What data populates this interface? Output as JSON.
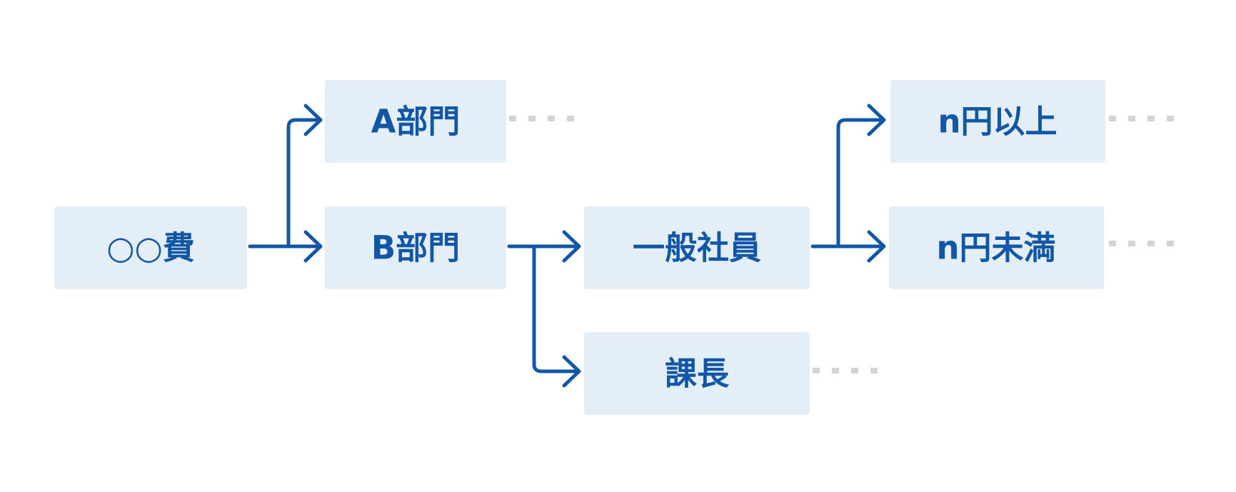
{
  "diagram": {
    "type": "tree",
    "colors": {
      "node_fill": "#e3eef6",
      "text": "#1257a5",
      "arrow": "#1257a5",
      "continuation": "#d3d3d3"
    },
    "nodes": {
      "expense": {
        "label": "○○費"
      },
      "dept_a": {
        "label": "A部門"
      },
      "dept_b": {
        "label": "B部門"
      },
      "general_staff": {
        "label": "一般社員"
      },
      "section_chief": {
        "label": "課長"
      },
      "n_yen_or_more": {
        "label": "n円以上"
      },
      "under_n_yen": {
        "label": "n円未満"
      }
    },
    "edges": [
      {
        "from": "expense",
        "to": "dept_a"
      },
      {
        "from": "expense",
        "to": "dept_b"
      },
      {
        "from": "dept_b",
        "to": "general_staff"
      },
      {
        "from": "dept_b",
        "to": "section_chief"
      },
      {
        "from": "general_staff",
        "to": "n_yen_or_more"
      },
      {
        "from": "general_staff",
        "to": "under_n_yen"
      }
    ],
    "continued_nodes": [
      "dept_a",
      "section_chief",
      "n_yen_or_more",
      "under_n_yen"
    ]
  }
}
